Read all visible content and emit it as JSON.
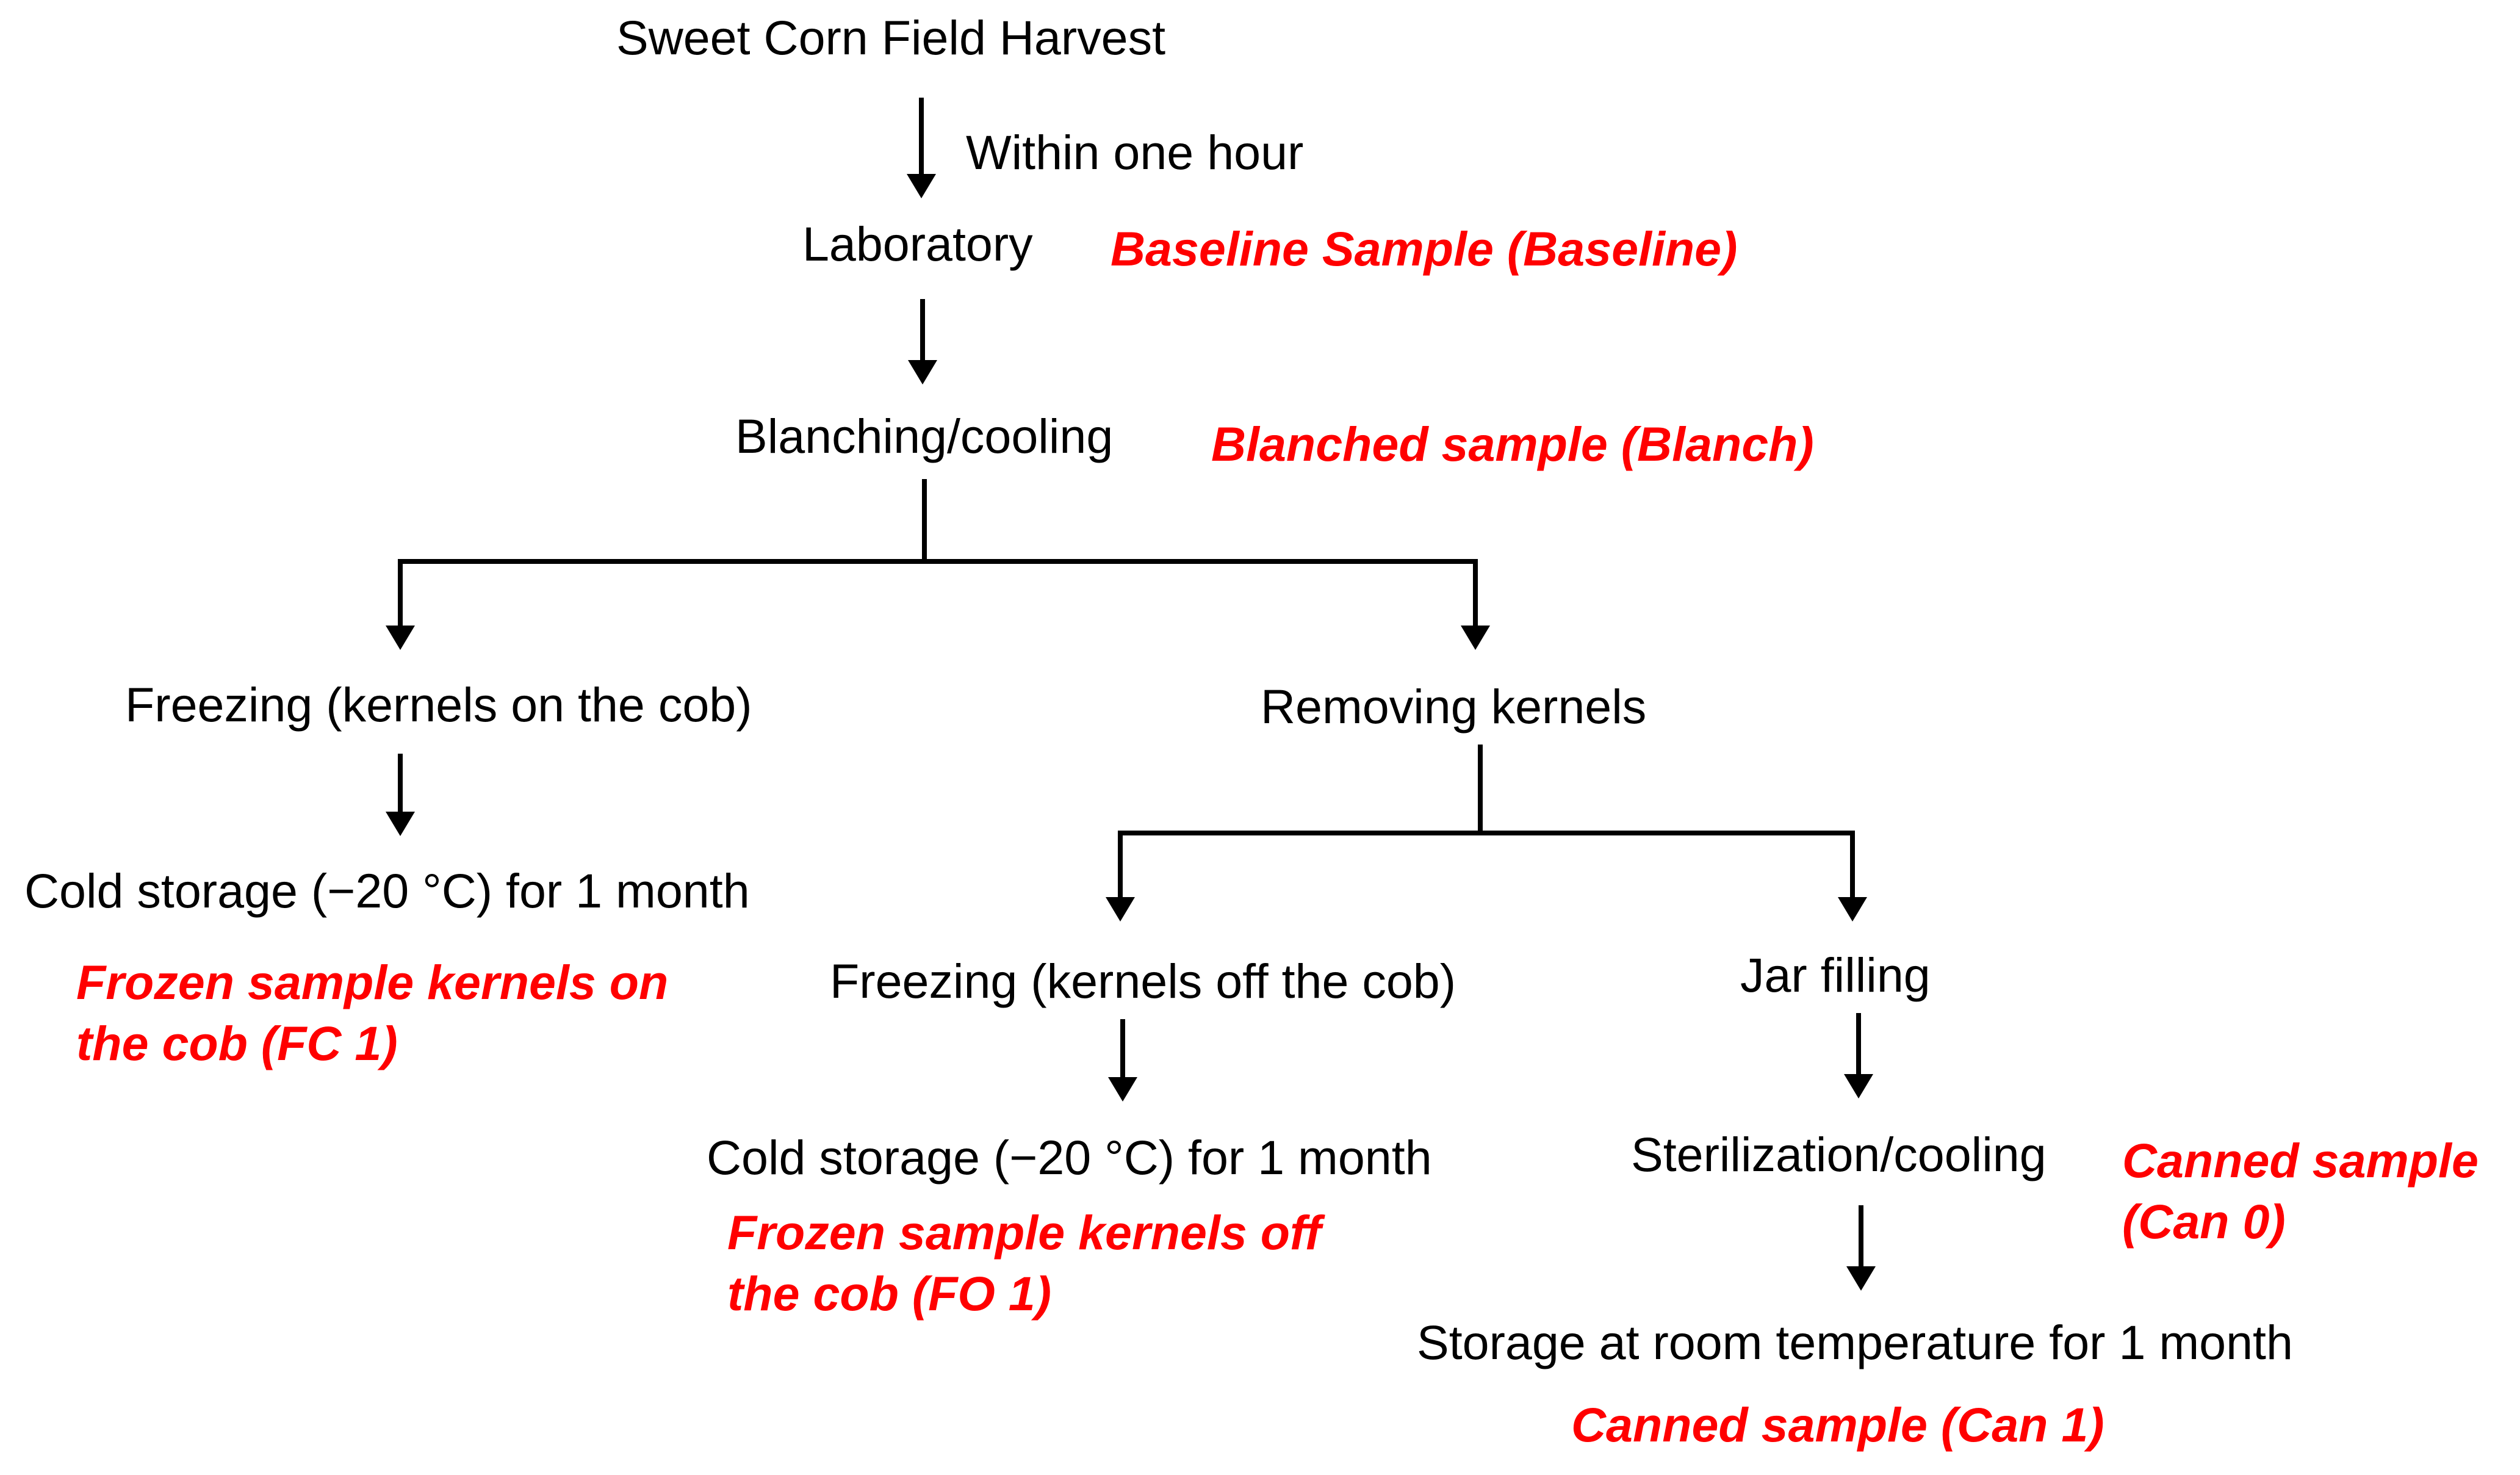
{
  "colors": {
    "text": "#000000",
    "sample_label": "#ff0000",
    "connector": "#000000"
  },
  "nodes": {
    "harvest": "Sweet Corn Field Harvest",
    "within_one_hour": "Within one hour",
    "laboratory": "Laboratory",
    "blanching": "Blanching/cooling",
    "freezing_on_cob": "Freezing (kernels on the cob)",
    "removing_kernels": "Removing kernels",
    "cold_storage_on_cob": "Cold storage (−20 °C) for 1 month",
    "freezing_off_cob": "Freezing (kernels off the cob)",
    "jar_filling": "Jar filling",
    "cold_storage_off_cob": "Cold storage (−20 °C)  for 1 month",
    "sterilization": "Sterilization/cooling",
    "room_storage": "Storage at room temperature for 1 month"
  },
  "samples": {
    "baseline": "Baseline Sample (Baseline)",
    "blanch": "Blanched sample (Blanch)",
    "fc1": {
      "line1": "Frozen sample kernels on",
      "line2": "the cob (FC 1)"
    },
    "fo1": {
      "line1": "Frozen sample kernels off",
      "line2": "the cob (FO 1)"
    },
    "can0": {
      "line1": "Canned sample",
      "line2": "(Can 0)"
    },
    "can1": "Canned sample (Can 1)"
  }
}
